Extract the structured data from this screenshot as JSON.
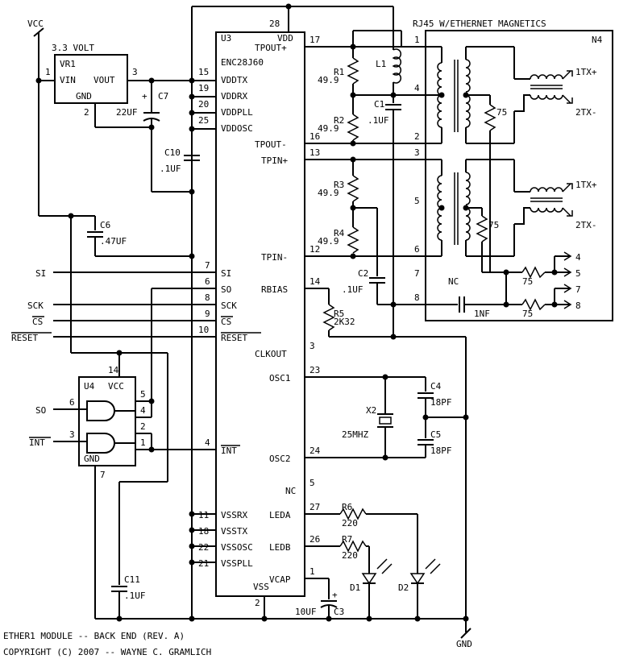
{
  "title_line1": "ETHER1 MODULE -- BACK END (REV. A)",
  "title_line2": "COPYRIGHT (C) 2007 -- WAYNE C. GRAMLICH",
  "power": {
    "vcc": "VCC",
    "gnd": "GND"
  },
  "vr1": {
    "ref": "VR1",
    "header": "3.3 VOLT",
    "vin": "VIN",
    "vout": "VOUT",
    "gnd": "GND",
    "pin_in": "1",
    "pin_out": "3",
    "pin_gnd": "2"
  },
  "u3": {
    "ref": "U3",
    "part": "ENC28J60",
    "left_pins": [
      {
        "num": "15",
        "name": "VDDTX"
      },
      {
        "num": "19",
        "name": "VDDRX"
      },
      {
        "num": "20",
        "name": "VDDPLL"
      },
      {
        "num": "25",
        "name": "VDDOSC"
      },
      {
        "num": "7",
        "name": "SI"
      },
      {
        "num": "6",
        "name": "SO"
      },
      {
        "num": "8",
        "name": "SCK"
      },
      {
        "num": "9",
        "name": "CS"
      },
      {
        "num": "10",
        "name": "RESET"
      },
      {
        "num": "4",
        "name": "INT"
      },
      {
        "num": "11",
        "name": "VSSRX"
      },
      {
        "num": "18",
        "name": "VSSTX"
      },
      {
        "num": "22",
        "name": "VSSOSC"
      },
      {
        "num": "21",
        "name": "VSSPLL"
      }
    ],
    "right_pins": [
      {
        "num": "17",
        "name": "TPOUT+"
      },
      {
        "num": "16",
        "name": "TPOUT-"
      },
      {
        "num": "13",
        "name": "TPIN+"
      },
      {
        "num": "12",
        "name": "TPIN-"
      },
      {
        "num": "14",
        "name": "RBIAS"
      },
      {
        "num": "3",
        "name": "CLKOUT"
      },
      {
        "num": "23",
        "name": "OSC1"
      },
      {
        "num": "24",
        "name": "OSC2"
      },
      {
        "num": "5",
        "name": "NC"
      },
      {
        "num": "27",
        "name": "LEDA"
      },
      {
        "num": "26",
        "name": "LEDB"
      },
      {
        "num": "1",
        "name": "VCAP"
      }
    ],
    "vdd": "VDD",
    "vdd_pin": "28",
    "vss": "VSS",
    "vss_pin": "2"
  },
  "u4": {
    "ref": "U4",
    "vcc": "VCC",
    "gnd": "GND",
    "vcc_pin": "14",
    "gnd_pin": "7",
    "pins": [
      "6",
      "4",
      "5",
      "3",
      "2",
      "1"
    ]
  },
  "signals": {
    "si": "SI",
    "sck": "SCK",
    "cs": "CS",
    "reset": "RESET",
    "so": "SO",
    "int": "INT"
  },
  "components": {
    "c7": {
      "ref": "C7",
      "value": "22UF"
    },
    "c10": {
      "ref": "C10",
      "value": ".1UF"
    },
    "c6": {
      "ref": "C6",
      "value": ".47UF"
    },
    "c11": {
      "ref": "C11",
      "value": ".1UF"
    },
    "c1": {
      "ref": "C1",
      "value": ".1UF"
    },
    "c2": {
      "ref": "C2",
      "value": ".1UF"
    },
    "c3": {
      "ref": "C3",
      "value": "10UF"
    },
    "c4": {
      "ref": "C4",
      "value": "18PF"
    },
    "c5": {
      "ref": "C5",
      "value": "18PF"
    },
    "r1": {
      "ref": "R1",
      "value": "49.9"
    },
    "r2": {
      "ref": "R2",
      "value": "49.9"
    },
    "r3": {
      "ref": "R3",
      "value": "49.9"
    },
    "r4": {
      "ref": "R4",
      "value": "49.9"
    },
    "r5": {
      "ref": "R5",
      "value": "2K32"
    },
    "r6": {
      "ref": "R6",
      "value": "220"
    },
    "r7": {
      "ref": "R7",
      "value": "220"
    },
    "l1": {
      "ref": "L1"
    },
    "x2": {
      "ref": "X2",
      "value": "25MHZ"
    },
    "d1": {
      "ref": "D1"
    },
    "d2": {
      "ref": "D2"
    }
  },
  "rj45": {
    "header": "RJ45 W/ETHERNET MAGNETICS",
    "ref": "N4",
    "pins_left": [
      "1",
      "4",
      "2",
      "3",
      "5",
      "6",
      "7",
      "8"
    ],
    "nc": "NC",
    "outputs": [
      "1TX+",
      "2TX-",
      "1TX+",
      "2TX-"
    ],
    "right_pins": [
      "4",
      "5",
      "7",
      "8"
    ],
    "r75": "75",
    "cap": "1NF"
  }
}
